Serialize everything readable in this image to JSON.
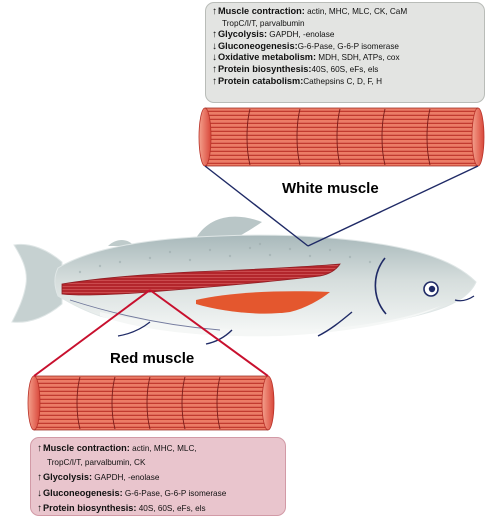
{
  "white_muscle": {
    "label": "White muscle",
    "lines": [
      {
        "arrow": "↑",
        "head": "Muscle contraction:",
        "items": " actin, MHC, MLC, CK, CaM"
      },
      {
        "arrow": "",
        "head": "",
        "items": "TropC/I/T, parvalbumin",
        "cont": true
      },
      {
        "arrow": "↑",
        "head": "Glycolysis:",
        "items": " GAPDH,  -enolase"
      },
      {
        "arrow": "↓",
        "head": "Gluconeogenesis:",
        "items": "G-6-Pase, G-6-P isomerase"
      },
      {
        "arrow": "↓",
        "head": "Oxidative metabolism:",
        "items": " MDH, SDH, ATPs, cox"
      },
      {
        "arrow": "↑",
        "head": "Protein biosynthesis:",
        "items": "40S, 60S, eFs, els"
      },
      {
        "arrow": "↑",
        "head": "Protein catabolism:",
        "items": "Cathepsins C, D, F, H"
      }
    ]
  },
  "red_muscle": {
    "label": "Red muscle",
    "lines": [
      {
        "arrow": "↑",
        "head": "Muscle contraction:",
        "items": "   actin, MHC, MLC,"
      },
      {
        "arrow": "",
        "head": "",
        "items": "TropC/I/T, parvalbumin, CK",
        "cont": true
      },
      {
        "arrow": "↑",
        "head": "Glycolysis:",
        "items": "   GAPDH,  -enolase"
      },
      {
        "arrow": "↓",
        "head": "Gluconeogenesis:",
        "items": "  G-6-Pase, G-6-P isomerase"
      },
      {
        "arrow": "↑",
        "head": "Protein biosynthesis:",
        "items": "  40S, 60S, eFs, els"
      }
    ]
  },
  "colors": {
    "fish_body": "#c9d3d2",
    "fish_belly": "#f3f6f5",
    "red_muscle_band": "#c0272d",
    "white_band": "#e4572e",
    "fiber": "#e2553f",
    "outline": "#1f2a66"
  }
}
